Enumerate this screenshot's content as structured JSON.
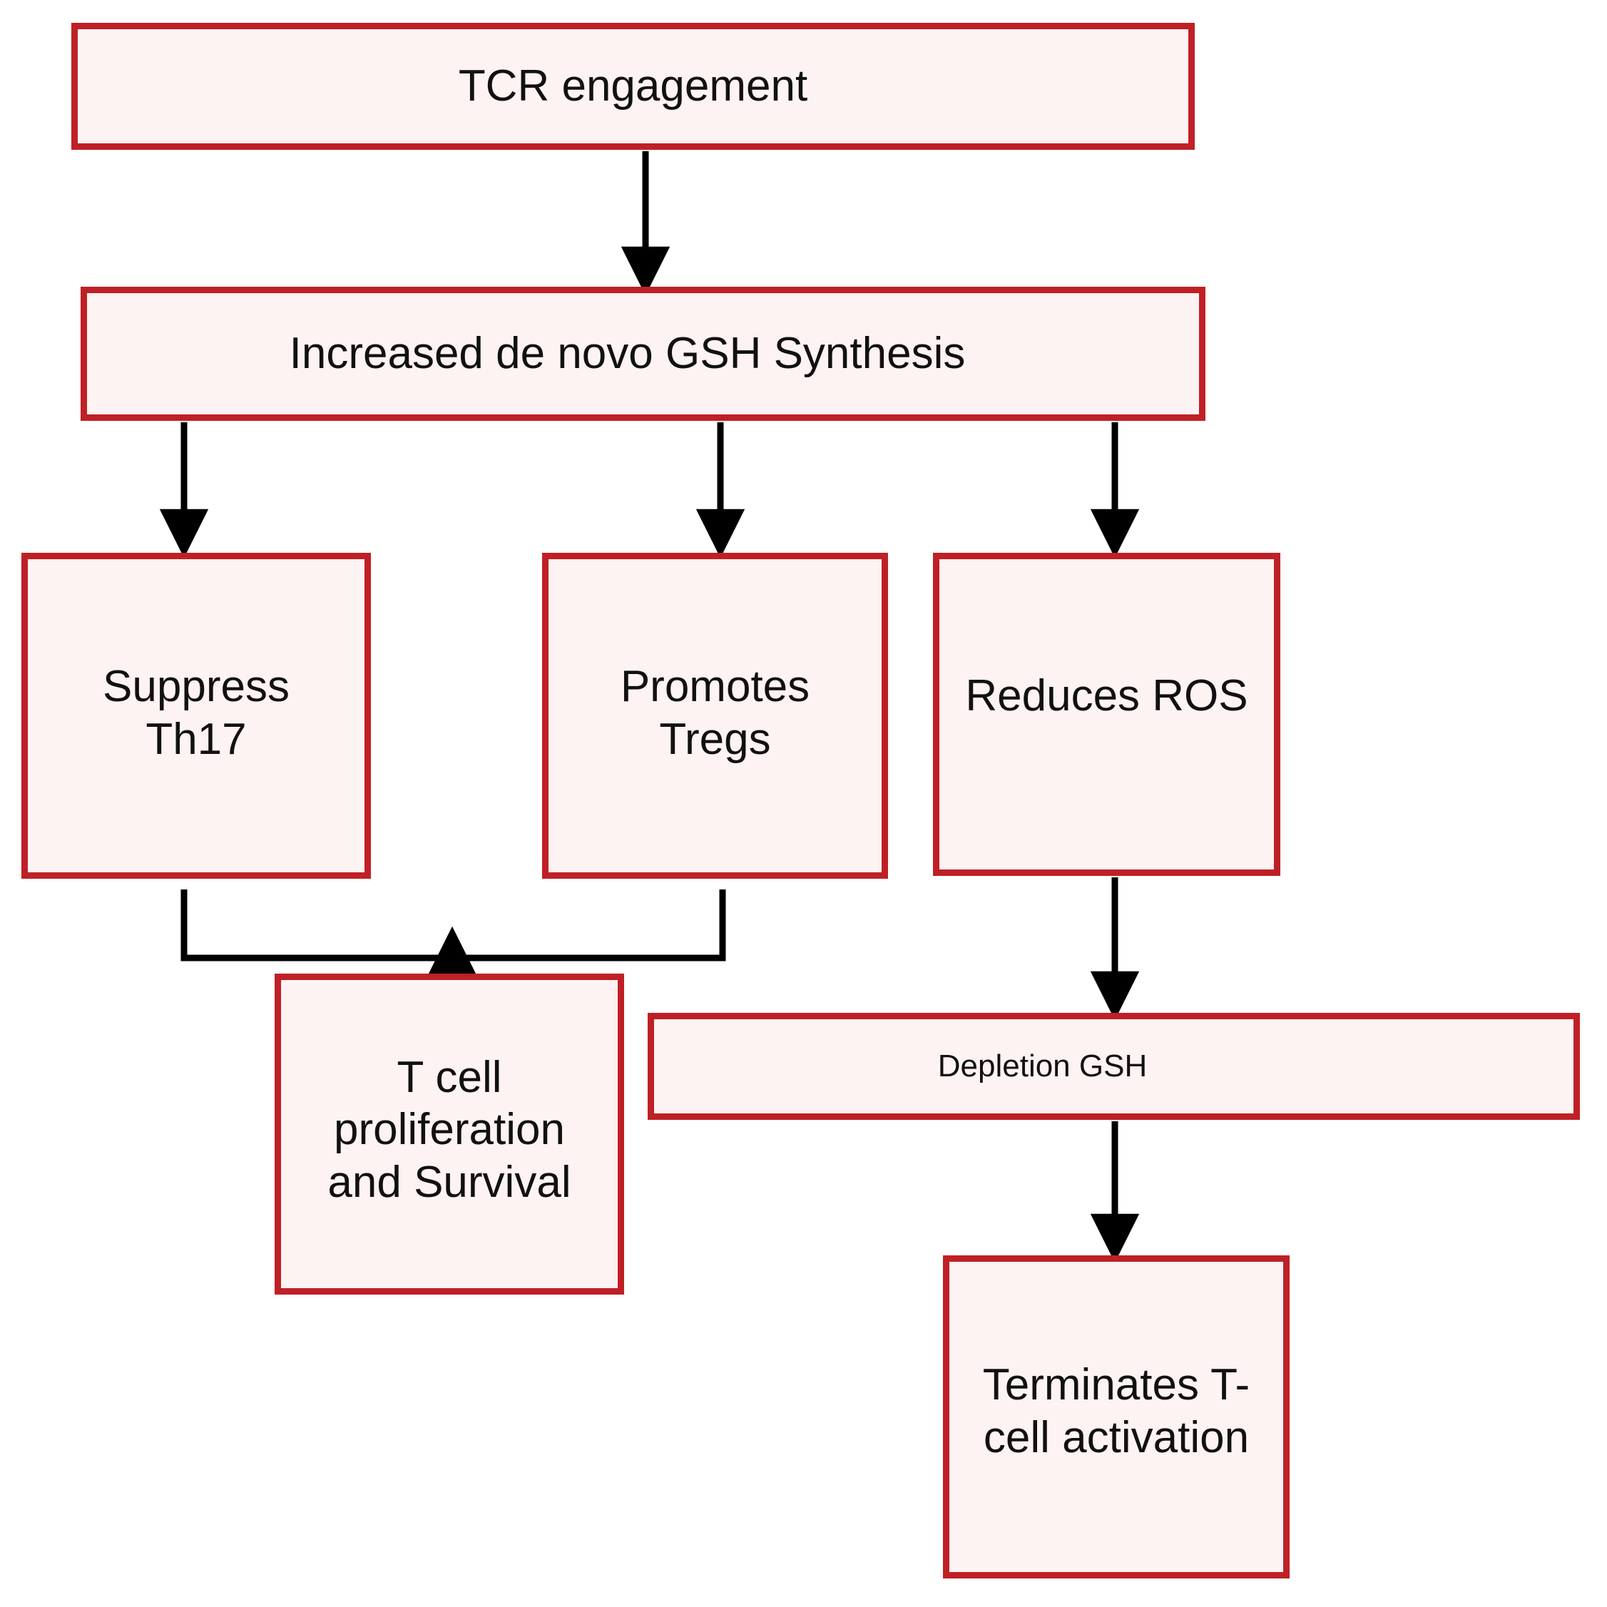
{
  "diagram": {
    "title": "GSH regulation of T cell responses flowchart",
    "colors": {
      "node_border": "#bf2026",
      "node_fill": "#fdf3f2",
      "edge": "#000000",
      "text": "#111111",
      "background": "#ffffff"
    },
    "nodes": [
      {
        "id": "tcr-engagement",
        "label": "TCR engagement"
      },
      {
        "id": "gsh-synthesis",
        "label": "Increased de novo GSH Synthesis"
      },
      {
        "id": "suppress-th17",
        "label": "Suppress\nTh17"
      },
      {
        "id": "promotes-tregs",
        "label": "Promotes\nTregs"
      },
      {
        "id": "reduces-ros",
        "label": "Reduces ROS"
      },
      {
        "id": "t-cell-proliferation",
        "label": "T cell\nproliferation\nand Survival"
      },
      {
        "id": "depletion-gsh",
        "label": "Depletion GSH"
      },
      {
        "id": "terminates-activation",
        "label": "Terminates T-\ncell activation"
      }
    ],
    "edges": [
      {
        "from": "tcr-engagement",
        "to": "gsh-synthesis",
        "style": "straight-arrow"
      },
      {
        "from": "gsh-synthesis",
        "to": "suppress-th17",
        "style": "straight-arrow"
      },
      {
        "from": "gsh-synthesis",
        "to": "promotes-tregs",
        "style": "straight-arrow"
      },
      {
        "from": "gsh-synthesis",
        "to": "reduces-ros",
        "style": "straight-arrow"
      },
      {
        "from": "suppress-th17",
        "to": "t-cell-proliferation",
        "style": "elbow-merge-arrow"
      },
      {
        "from": "promotes-tregs",
        "to": "t-cell-proliferation",
        "style": "elbow-merge-arrow"
      },
      {
        "from": "reduces-ros",
        "to": "depletion-gsh",
        "style": "straight-arrow"
      },
      {
        "from": "depletion-gsh",
        "to": "terminates-activation",
        "style": "straight-arrow"
      }
    ]
  }
}
